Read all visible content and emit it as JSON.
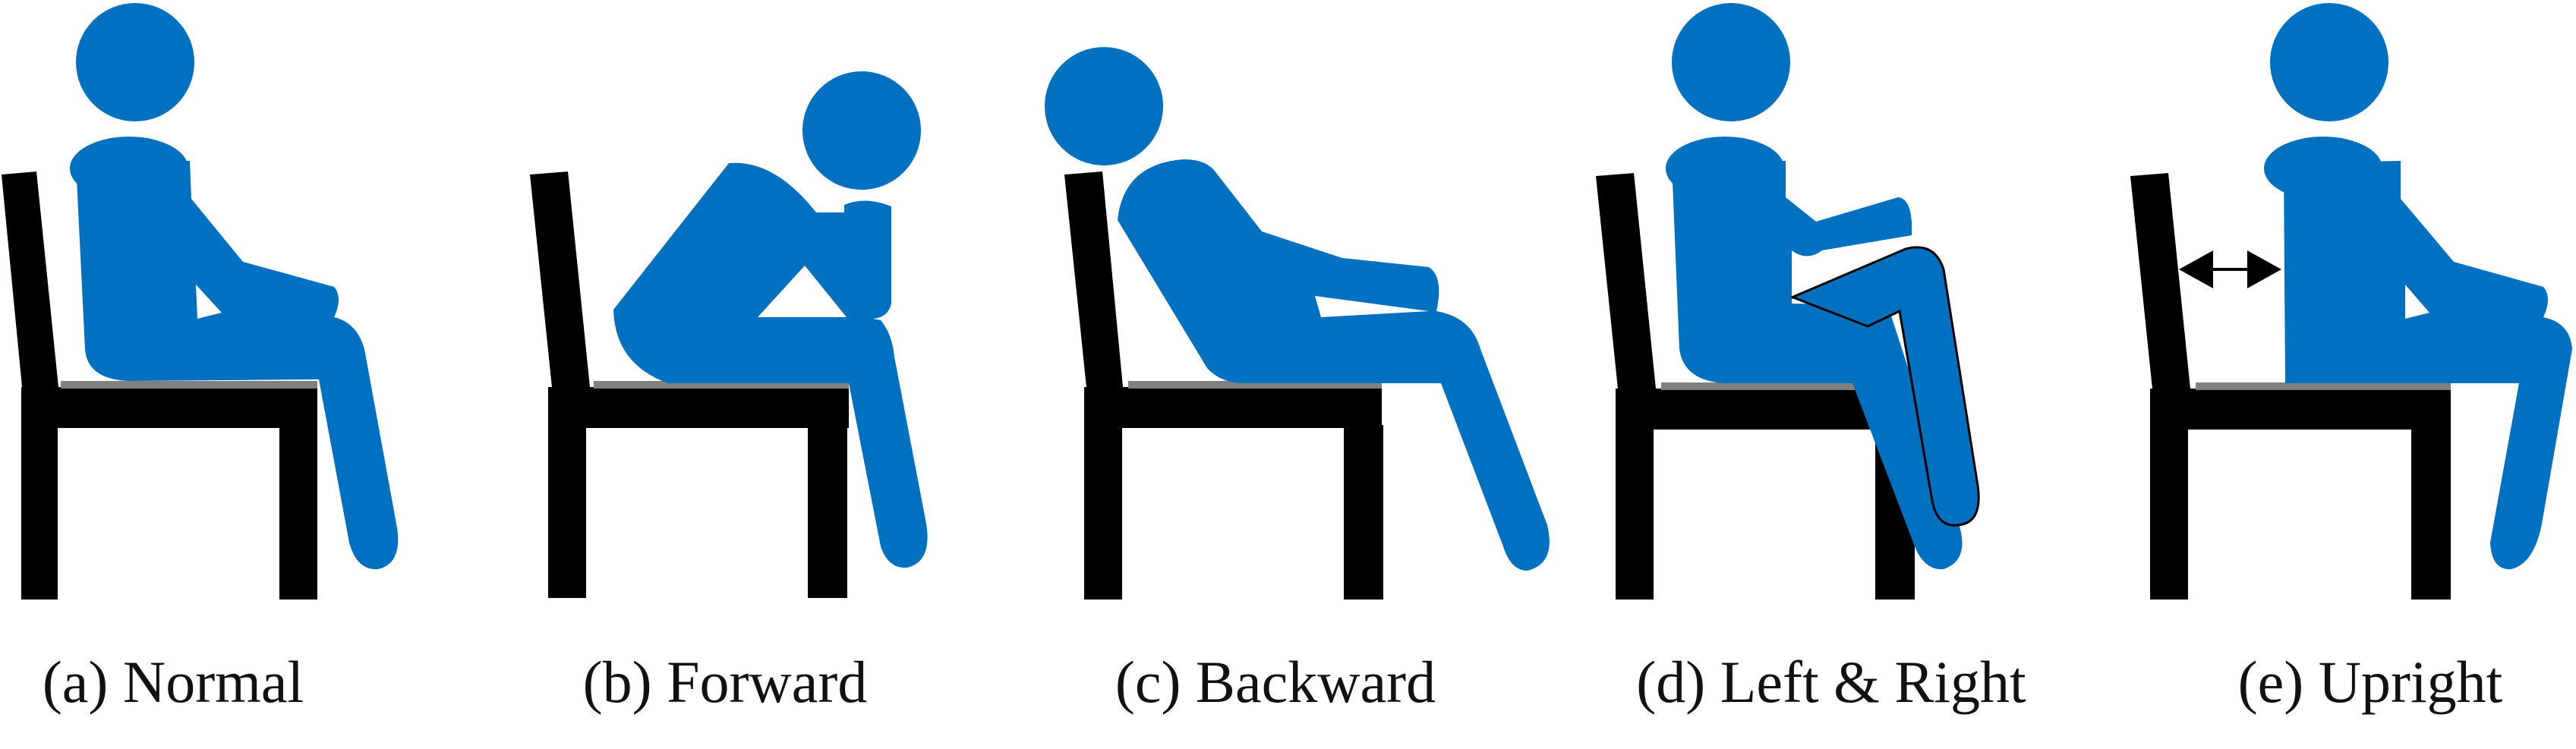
{
  "colors": {
    "figure": "#0070C0",
    "chair": "#000000",
    "seat_edge": "#808080",
    "text": "#111111"
  },
  "panels": [
    {
      "id": "normal",
      "caption": "(a) Normal"
    },
    {
      "id": "forward",
      "caption": "(b) Forward"
    },
    {
      "id": "backward",
      "caption": "(c) Backward"
    },
    {
      "id": "left-right",
      "caption": "(d) Left & Right"
    },
    {
      "id": "upright",
      "caption": "(e) Upright"
    }
  ],
  "annotations": {
    "upright_gap_arrow": "double-headed-arrow-icon"
  }
}
